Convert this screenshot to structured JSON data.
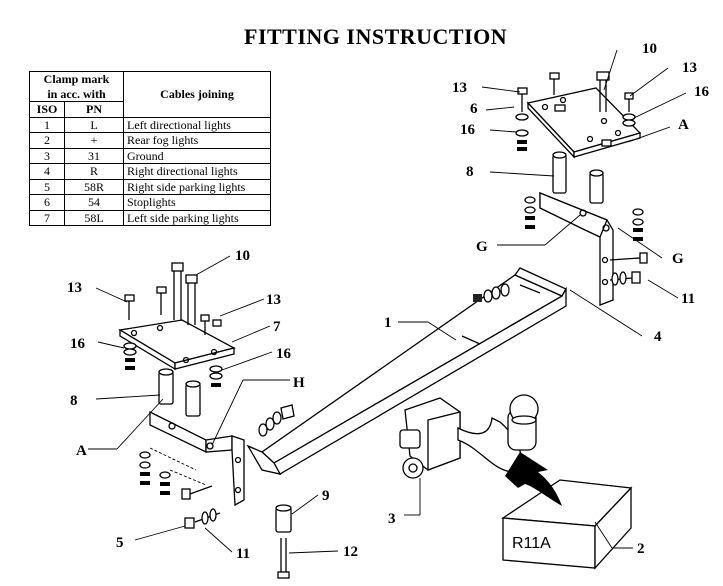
{
  "title": "FITTING INSTRUCTION",
  "table": {
    "header_clamp": [
      "Clamp mark",
      "in acc. with"
    ],
    "header_cables": "Cables joining",
    "col_iso": "ISO",
    "col_pn": "PN",
    "rows": [
      {
        "iso": "1",
        "pn": "L",
        "desc": "Left directional lights"
      },
      {
        "iso": "2",
        "pn": "+",
        "desc": "Rear fog lights"
      },
      {
        "iso": "3",
        "pn": "31",
        "desc": "Ground"
      },
      {
        "iso": "4",
        "pn": "R",
        "desc": "Right directional lights"
      },
      {
        "iso": "5",
        "pn": "58R",
        "desc": "Right side parking lights"
      },
      {
        "iso": "6",
        "pn": "54",
        "desc": "Stoplights"
      },
      {
        "iso": "7",
        "pn": "58L",
        "desc": "Left side parking lights"
      }
    ]
  },
  "labels": {
    "l10a": "10",
    "l13a": "13",
    "l13b": "13",
    "l16a": "16",
    "l6": "6",
    "l16b": "16",
    "lA1": "A",
    "l8a": "8",
    "lG1": "G",
    "lG2": "G",
    "l11a": "11",
    "l4": "4",
    "l1": "1",
    "l10b": "10",
    "l13c": "13",
    "l13d": "13",
    "l7": "7",
    "l16c": "16",
    "l16d": "16",
    "l8b": "8",
    "lH": "H",
    "lA2": "A",
    "l5": "5",
    "l11b": "11",
    "l9": "9",
    "l12": "12",
    "l3": "3",
    "l2": "2"
  },
  "box_label": "R11A"
}
